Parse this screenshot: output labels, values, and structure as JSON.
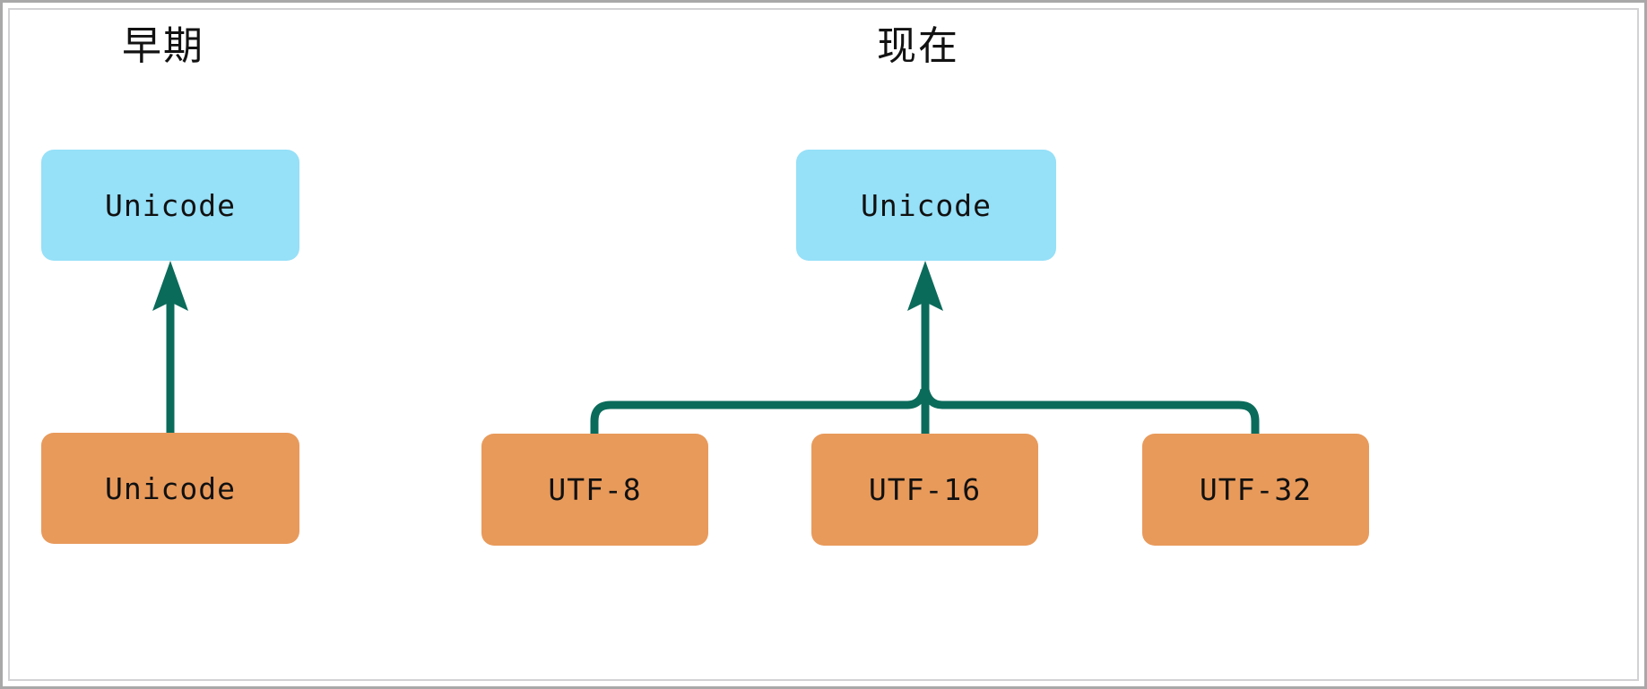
{
  "diagram": {
    "title_left": "早期",
    "title_right": "现在",
    "colors": {
      "box_blue": "#96E0F8",
      "box_orange": "#E89A5B",
      "connector_teal": "#0B6B5B",
      "frame_outer": "#a8a8a8",
      "frame_inner": "#d2d2d4",
      "text": "#111111",
      "background": "#ffffff"
    },
    "panels": [
      {
        "id": "early",
        "title": "早期",
        "abstract_node": {
          "label": "Unicode",
          "color": "#96E0F8"
        },
        "encoding_nodes": [
          {
            "label": "Unicode",
            "color": "#E89A5B"
          }
        ],
        "connector_count": 1
      },
      {
        "id": "now",
        "title": "现在",
        "abstract_node": {
          "label": "Unicode",
          "color": "#96E0F8"
        },
        "encoding_nodes": [
          {
            "label": "UTF-8",
            "color": "#E89A5B"
          },
          {
            "label": "UTF-16",
            "color": "#E89A5B"
          },
          {
            "label": "UTF-32",
            "color": "#E89A5B"
          }
        ],
        "connector_count": 3
      }
    ],
    "nodes": {
      "unicode_top_left": "Unicode",
      "unicode_bottom_left": "Unicode",
      "unicode_top_right": "Unicode",
      "utf8": "UTF-8",
      "utf16": "UTF-16",
      "utf32": "UTF-32"
    }
  }
}
